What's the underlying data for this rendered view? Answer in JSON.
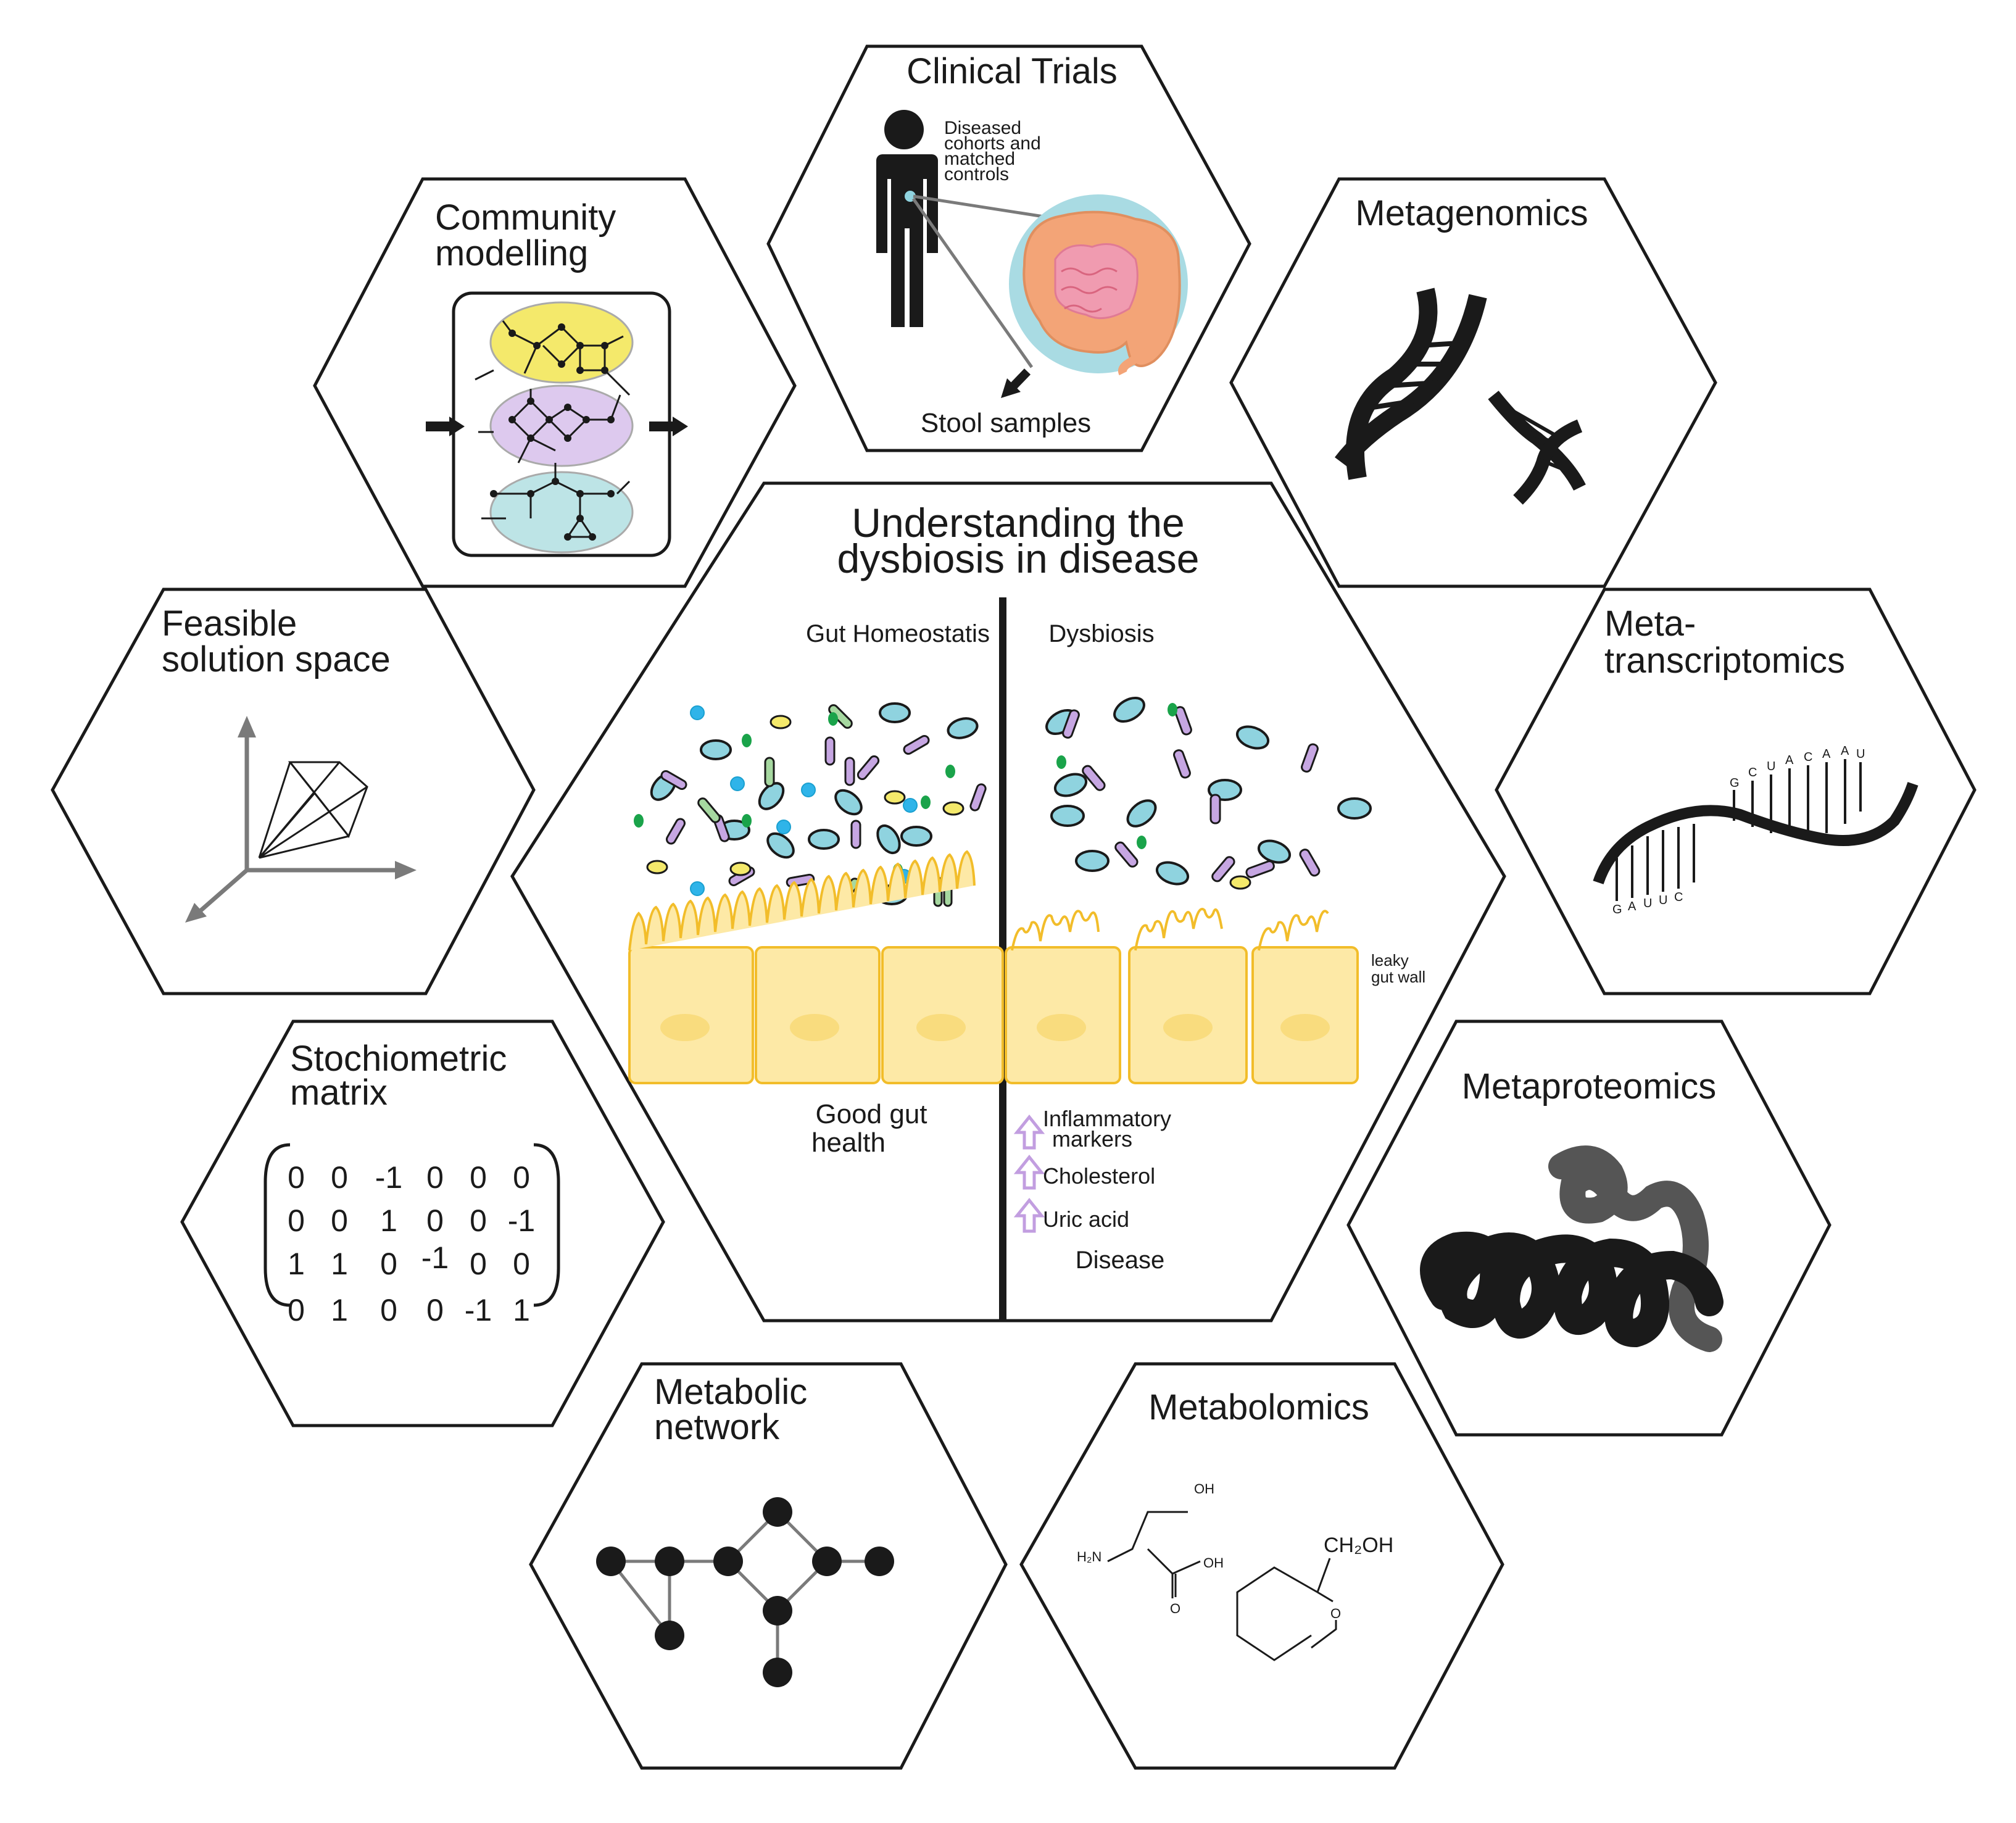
{
  "center": {
    "title_line1": "Understanding the",
    "title_line2": "dysbiosis in disease",
    "left_label": "Gut Homeostatis",
    "right_label": "Dysbiosis",
    "leaky_line1": "leaky",
    "leaky_line2": "gut wall",
    "good_line1": "Good gut",
    "good_line2": "health",
    "markers": [
      "Inflammatory",
      "markers",
      "Cholesterol",
      "Uric acid"
    ],
    "disease": "Disease"
  },
  "clinical": {
    "title": "Clinical Trials",
    "note": [
      "Diseased",
      "cohorts and",
      "matched",
      "controls"
    ],
    "stool": "Stool samples"
  },
  "community": {
    "title_line1": "Community",
    "title_line2": "modelling"
  },
  "metagenomics": {
    "title": "Metagenomics"
  },
  "metatranscriptomics": {
    "title_line1": "Meta-",
    "title_line2": "transcriptomics",
    "top_bases": [
      "G",
      "C",
      "U",
      "A",
      "C",
      "A",
      "A",
      "U"
    ],
    "bottom_bases": [
      "G",
      "A",
      "U",
      "U",
      "C"
    ]
  },
  "feasible": {
    "title_line1": "Feasible",
    "title_line2": "solution space"
  },
  "stoichiometric": {
    "title_line1": "Stochiometric",
    "title_line2": "matrix",
    "rows": [
      [
        "0",
        "0",
        "-1",
        "0",
        "0",
        "0"
      ],
      [
        "0",
        "0",
        "1",
        "0",
        "0",
        "-1"
      ],
      [
        "1",
        "1",
        "0",
        "-1",
        "0",
        "0"
      ],
      [
        "0",
        "1",
        "0",
        "0",
        "-1",
        "1"
      ]
    ]
  },
  "metaproteomics": {
    "title": "Metaproteomics"
  },
  "metabolic": {
    "title_line1": "Metabolic",
    "title_line2": "network"
  },
  "metabolomics": {
    "title": "Metabolomics",
    "oh": "OH",
    "h2n": "H₂N",
    "ch2oh": "CH₂OH",
    "ring_o": "O"
  },
  "colors": {
    "cell_fill": "#fde9a6",
    "cell_stroke": "#f2bd2a",
    "bacteria_blue": "#8fd3df",
    "bacteria_purple": "#c6a6e2",
    "bacteria_green": "#a6d8a0",
    "green_dot": "#1aa34a",
    "cyan_dot": "#2fb4e9",
    "yellow_blob": "#f4e96b",
    "purple_blob": "#ddc9ee",
    "cyan_blob": "#bde4e6",
    "intestine": "#f3a477",
    "intestine_inner": "#f09bb0",
    "circle_bg": "#a9dbe3",
    "arrow_purple": "#c29ee0"
  }
}
